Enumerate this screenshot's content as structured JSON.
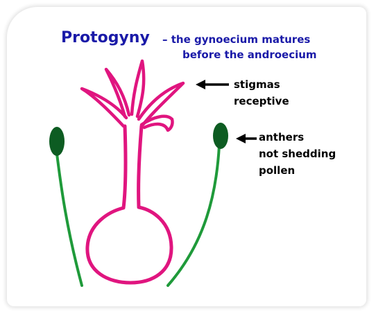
{
  "title": {
    "main": "Protogyny",
    "rest_line1": "– the gynoecium matures",
    "rest_line2": "before the androecium"
  },
  "labels": {
    "stigmas": [
      "stigmas",
      "receptive"
    ],
    "anthers": [
      "anthers",
      "not shedding",
      "pollen"
    ]
  },
  "colors": {
    "title": "#1a1aa8",
    "gynoecium": "#e0157f",
    "stamen": "#1f9a3a",
    "anther": "#0d5c22",
    "frame_shadow": "#cccccc"
  }
}
